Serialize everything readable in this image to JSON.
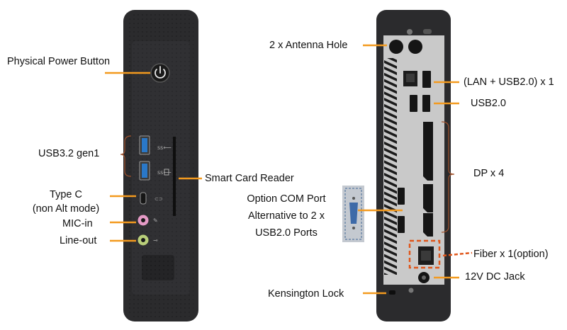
{
  "labels": {
    "power_button": "Physical Power Button",
    "usb32": "USB3.2 gen1",
    "type_c_line1": "Type C",
    "type_c_line2": "(non Alt mode)",
    "mic_in": "MIC-in",
    "line_out": "Line-out",
    "smart_card": "Smart Card Reader",
    "antenna": "2 x Antenna Hole",
    "lan_usb": "(LAN + USB2.0) x 1",
    "usb20": "USB2.0",
    "dp": "DP x 4",
    "com_line1": "Option COM Port",
    "com_line2": "Alternative to 2 x",
    "com_line3": "USB2.0 Ports",
    "fiber": "Fiber x 1(option)",
    "dc_jack": "12V DC Jack",
    "kensington": "Kensington Lock"
  },
  "colors": {
    "leader_line": "#f39a1e",
    "bracket": "#a0522d",
    "chassis": "#2b2b2d",
    "rear_panel": "#c9c9c9",
    "usb3_blue": "#2a78c8",
    "mic_pink": "#e59ac6",
    "lineout_green": "#b9cf7a",
    "fiber_highlight": "#e0561b"
  },
  "icons": [
    "power-icon",
    "usb-icon",
    "sd-card-icon"
  ]
}
